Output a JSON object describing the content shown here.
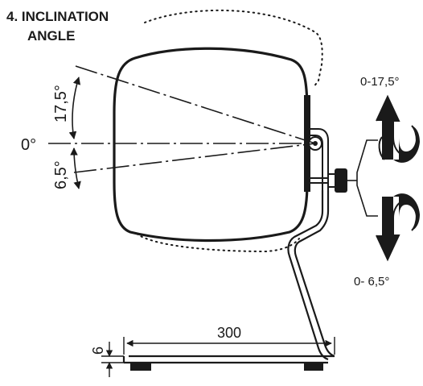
{
  "title": {
    "line1": "4. INCLINATION",
    "line2": "ANGLE"
  },
  "angles": {
    "up": "17,5°",
    "zero": "0°",
    "down": "6,5°"
  },
  "ranges": {
    "up": "0-17,5°",
    "down": "0- 6,5°"
  },
  "dimensions": {
    "width": "300",
    "height": "6"
  },
  "colors": {
    "ink": "#1a1a1a",
    "background": "#ffffff"
  },
  "icons": [
    "rotate-up-arrow-icon",
    "rotate-down-arrow-icon"
  ]
}
